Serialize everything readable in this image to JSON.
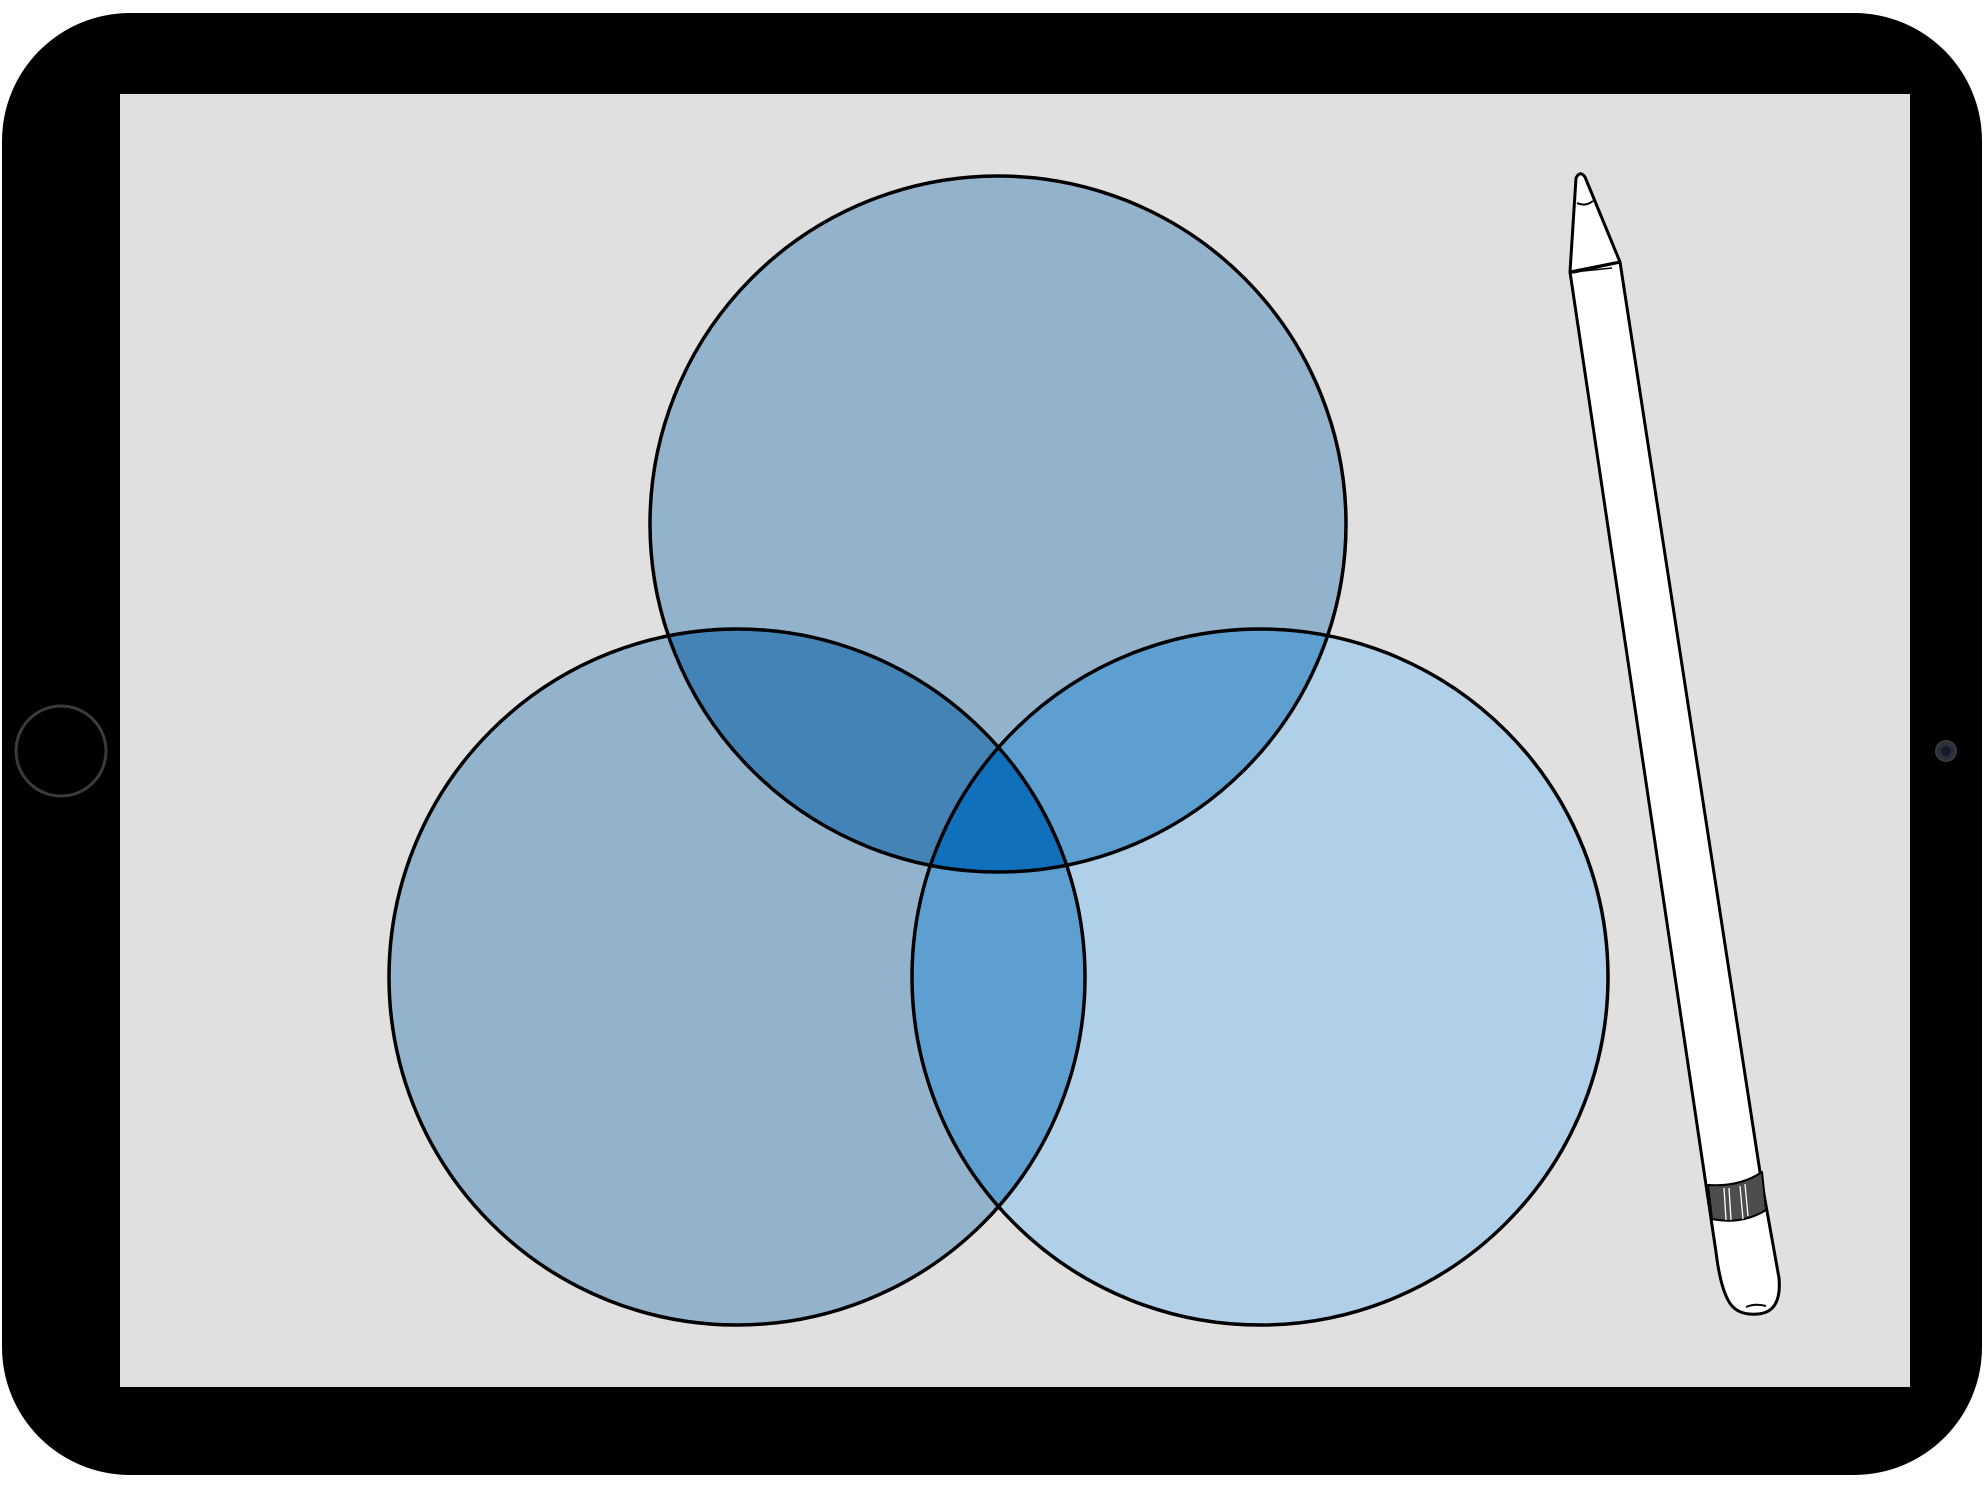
{
  "device": {
    "type": "tablet",
    "bezel_color": "#000000",
    "screen_color": "#e0e0e0",
    "home_button": "home-button",
    "front_camera": "camera-icon"
  },
  "diagram": {
    "type": "venn",
    "sets": 3,
    "outline_color": "#000000",
    "regions": {
      "top_only": "#93b2cc",
      "left_only": "#93b2cc",
      "right_only": "#b0cfe9",
      "top_left": "#4383b5",
      "top_right": "#5e9fd1",
      "left_right": "#5e9fd1",
      "all_three": "#1170bb"
    }
  },
  "stylus": {
    "type": "pencil",
    "body_color": "#ffffff",
    "band_color": "#4d4d4d"
  }
}
